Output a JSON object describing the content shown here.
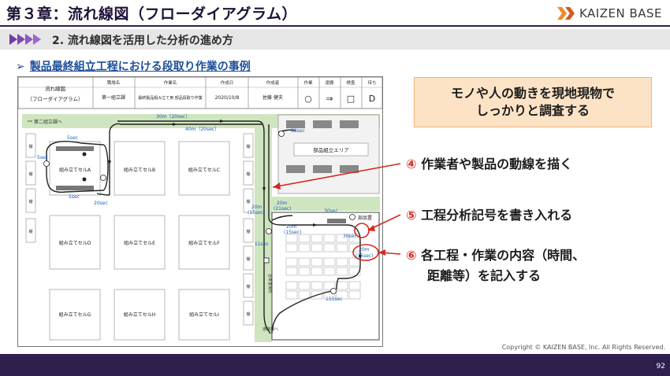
{
  "header": {
    "title": "第３章：流れ線図（フローダイアグラム）",
    "logo_text": "KAIZEN BASE",
    "subtitle": "2. 流れ線図を活用した分析の進め方"
  },
  "section_title": "製品最終組立工程における段取り作業の事例",
  "sheet": {
    "header_cells": [
      {
        "label": "流れ線図",
        "value": "（フローダイアグラム）"
      },
      {
        "label": "職場名",
        "value": "第一組立課"
      },
      {
        "label": "作業名",
        "value": "最終製品組み立て用 部品段取り作業"
      },
      {
        "label": "作成日",
        "value": "2020/10/8"
      },
      {
        "label": "作成者",
        "value": "佐藤 健夫"
      },
      {
        "label": "作業",
        "value": "○"
      },
      {
        "label": "運搬",
        "value": "⇒"
      },
      {
        "label": "検査",
        "value": "□"
      },
      {
        "label": "待ち",
        "value": "D"
      }
    ],
    "labels": {
      "aisle": "第二組立課へ",
      "shelf": "棚",
      "cell_a": "組み立てセルA",
      "cell_b": "組み立てセルB",
      "cell_c": "組み立てセルC",
      "cell_d": "組み立てセルD",
      "cell_e": "組み立てセルE",
      "cell_f": "組み立てセルF",
      "cell_g": "組み立てセルG",
      "cell_h": "組み立てセルH",
      "cell_i": "組み立てセルI",
      "parts_area": "部品組立エリア",
      "parts_storage": "部品置",
      "cart_storage": "台車置場所",
      "wip_storage": "仕掛品置",
      "from_aisle": "通路課へ"
    },
    "flow_notes": {
      "n1": "30m（20sec）",
      "n2": "40m（20sec）",
      "n3": "5sec",
      "n4": "5sec",
      "n5": "5sec",
      "n6": "20sec",
      "n7": "20m",
      "n8": "(21sec)",
      "n9": "20m",
      "n10": "(15sec)",
      "n11": "88sec",
      "n12": "30sec",
      "n13": "20m",
      "n14": "(15sec)",
      "n15": "30sec",
      "n16": "11sec",
      "n17": "155sec",
      "n18": "20m",
      "n19": "(15sec)"
    }
  },
  "callout": "モノや人の動きを現地現物で\nしっかりと調査する",
  "steps": [
    {
      "num": "④",
      "text": "作業者や製品の動線を描く"
    },
    {
      "num": "⑤",
      "text": "工程分析記号を書き入れる"
    },
    {
      "num": "⑥",
      "text": "各工程・作業の内容（時間、",
      "text2": "距離等）を記入する"
    }
  ],
  "copyright": "Copyright ©  KAIZEN BASE, Inc. All Rights Reserved.",
  "page_number": "92",
  "colors": {
    "navy": "#2f1f4f",
    "accent": "#d42a1e",
    "link": "#1d4f9a",
    "callout": "#fde3c5",
    "aisle": "#cfe5bf"
  }
}
